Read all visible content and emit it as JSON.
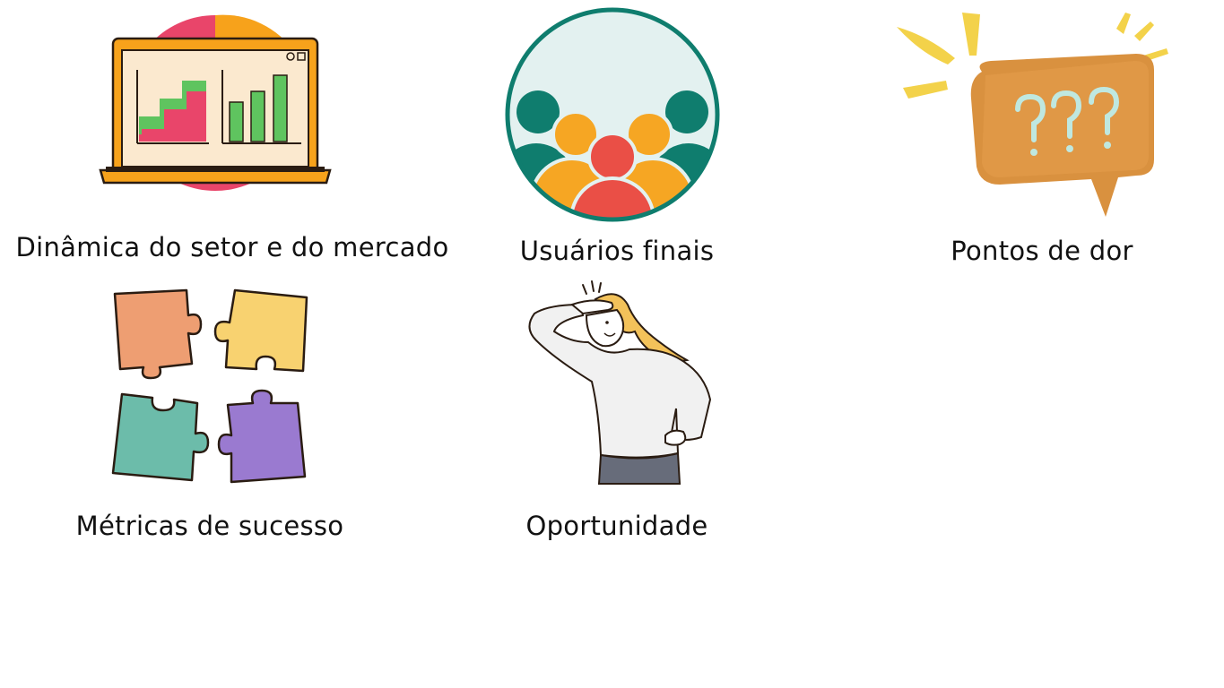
{
  "slide": {
    "items": [
      {
        "label": "Dinâmica do setor e do mercado",
        "icon": "laptop-chart-icon"
      },
      {
        "label": "Usuários finais",
        "icon": "user-group-icon"
      },
      {
        "label": "Pontos de dor",
        "icon": "question-bubble-icon"
      },
      {
        "label": "Métricas de sucesso",
        "icon": "puzzle-pieces-icon"
      },
      {
        "label": "Oportunidade",
        "icon": "woman-looking-ahead-icon"
      }
    ]
  }
}
